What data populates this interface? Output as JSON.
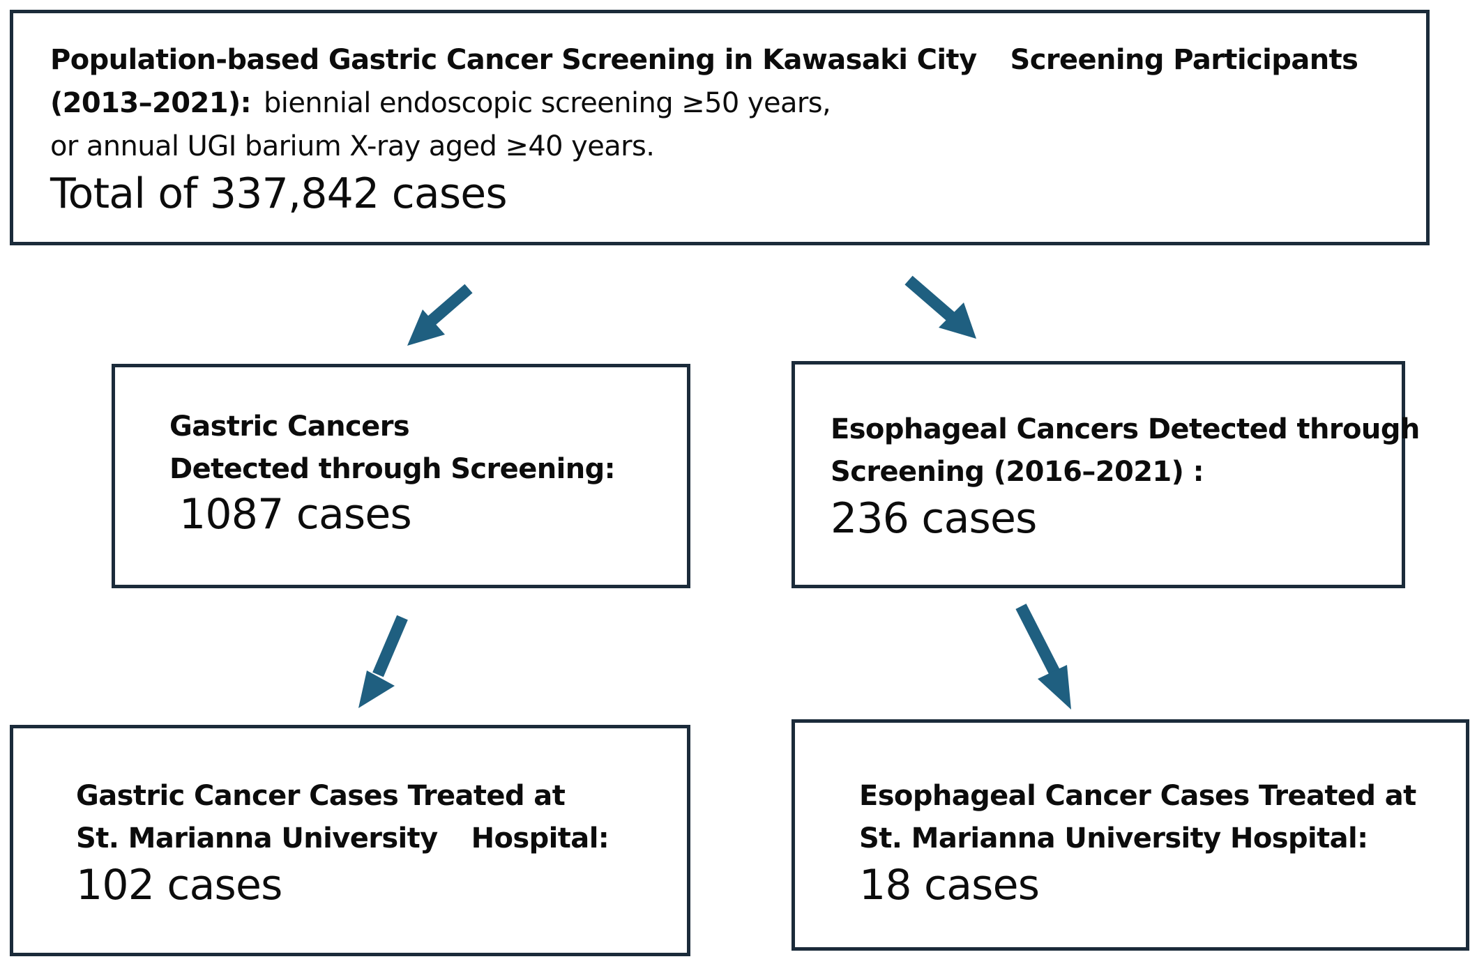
{
  "colors": {
    "box_border": "#1b2b3a",
    "arrow": "#1f5f80",
    "text": "#0c0c0c"
  },
  "top_box": {
    "title_line1": "Population-based Gastric Cancer Screening in Kawasaki City",
    "title_line1_suffix": "Screening Participants",
    "title_line2_bold": "(2013–2021):",
    "title_line2_regular": "biennial endoscopic screening ≥50 years,",
    "title_line3": "or annual UGI barium X-ray aged ≥40 years.",
    "total": "Total of 337,842 cases"
  },
  "gastric_detected": {
    "line1": "Gastric Cancers",
    "line2": "Detected through Screening:",
    "count": "1087 cases"
  },
  "esophageal_detected": {
    "line1": "Esophageal Cancers Detected through",
    "line2": "Screening (2016–2021) :",
    "count": "236 cases"
  },
  "gastric_treated": {
    "line1": "Gastric Cancer Cases Treated at",
    "line2_a": "St. Marianna University",
    "line2_b": "Hospital:",
    "count": "102 cases"
  },
  "esophageal_treated": {
    "line1": "Esophageal Cancer Cases Treated at",
    "line2": "St. Marianna University Hospital:",
    "count": "18 cases"
  }
}
